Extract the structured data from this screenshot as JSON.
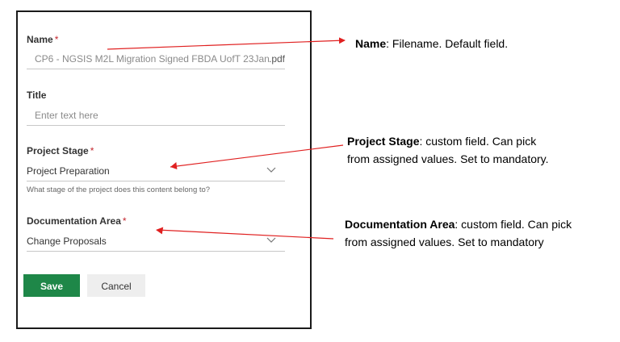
{
  "form": {
    "name": {
      "label": "Name",
      "required_mark": "*",
      "value": "CP6 - NGSIS M2L Migration Signed FBDA UofT 23Jan",
      "extension": ".pdf"
    },
    "title": {
      "label": "Title",
      "placeholder": "Enter text here"
    },
    "project_stage": {
      "label": "Project Stage",
      "required_mark": "*",
      "value": "Project Preparation",
      "help": "What stage of the project does this content belong to?"
    },
    "documentation_area": {
      "label": "Documentation Area",
      "required_mark": "*",
      "value": "Change Proposals"
    },
    "buttons": {
      "save": "Save",
      "cancel": "Cancel"
    }
  },
  "annotations": {
    "name": {
      "term": "Name",
      "text": ": Filename. Default field."
    },
    "project_stage": {
      "term": "Project Stage",
      "line1": ": custom field. Can pick",
      "line2": "from assigned values. Set to mandatory."
    },
    "documentation_area": {
      "term": "Documentation Area",
      "line1": ": custom field. Can pick",
      "line2": "from assigned values. Set to mandatory"
    }
  },
  "colors": {
    "accent_save": "#1e8748",
    "required": "#c4262e",
    "arrow": "#e02020"
  }
}
